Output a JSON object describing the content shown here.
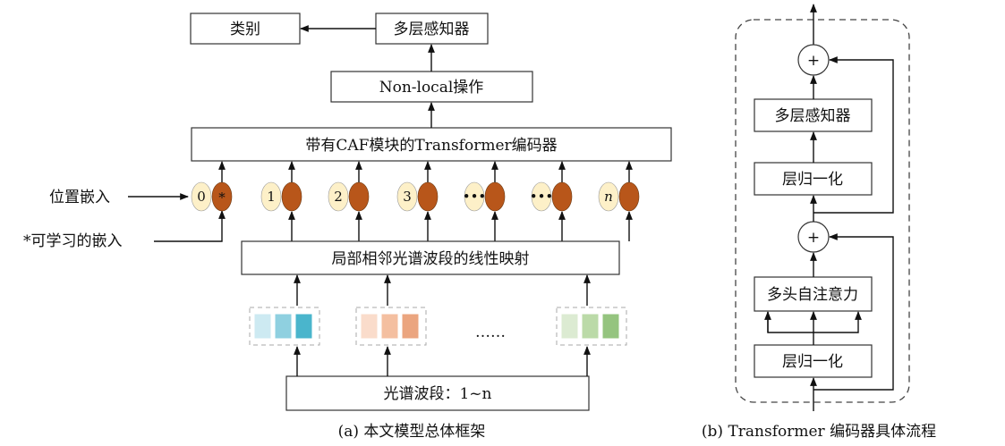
{
  "left": {
    "class_label": "类别",
    "mlp_label": "多层感知器",
    "nonlocal_label": "Non-local操作",
    "encoder_label": "带有CAF模块的Transformer编码器",
    "pos_embed_label": "位置嵌入",
    "learnable_label": "*可学习的嵌入",
    "projection_label": "局部相邻光谱波段的线性映射",
    "bands_label": "光谱波段：1~n",
    "ellipsis": "……",
    "tokens": [
      "0",
      "1",
      "2",
      "3",
      "•••",
      "•••",
      "n"
    ],
    "cls_token": "*",
    "caption": "(a) 本文模型总体框架"
  },
  "right": {
    "plus": "+",
    "mlp_label": "多层感知器",
    "norm_label_top": "层归一化",
    "attention_label": "多头自注意力",
    "norm_label_bottom": "层归一化",
    "caption": "(b) Transformer 编码器具体流程"
  },
  "colors": {
    "token_light": "#fdf0c8",
    "token_dark": "#b8561a",
    "group1": [
      "#cdeaf2",
      "#8fd0e0",
      "#4ab5cc"
    ],
    "group2": [
      "#fadccb",
      "#f4bfa0",
      "#eba57f"
    ],
    "group3": [
      "#dcebd2",
      "#bbdaa8",
      "#95c47f"
    ]
  }
}
